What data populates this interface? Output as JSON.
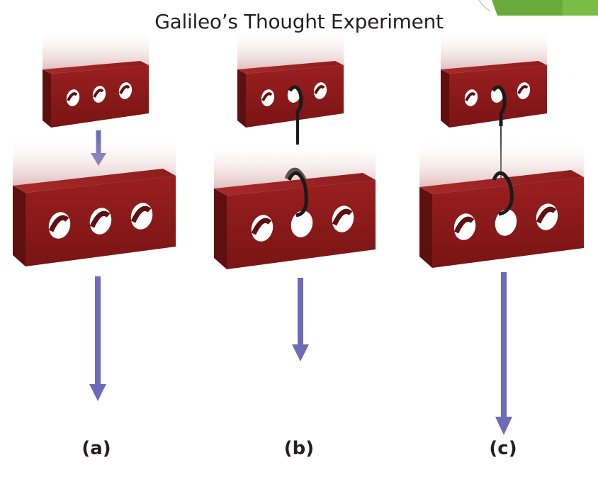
{
  "title": "Galileo’s Thought Experiment",
  "panels": [
    {
      "label": "(a)"
    },
    {
      "label": "(b)"
    },
    {
      "label": "(c)"
    }
  ],
  "colors": {
    "brick_front": "#8b1a1a",
    "brick_top": "#a32424",
    "brick_side": "#5e0f0f",
    "hole": "#ffffff",
    "arrow": "#6e6bb8",
    "string": "#1a1a1a",
    "corner_tab": "#6aaa3a"
  }
}
